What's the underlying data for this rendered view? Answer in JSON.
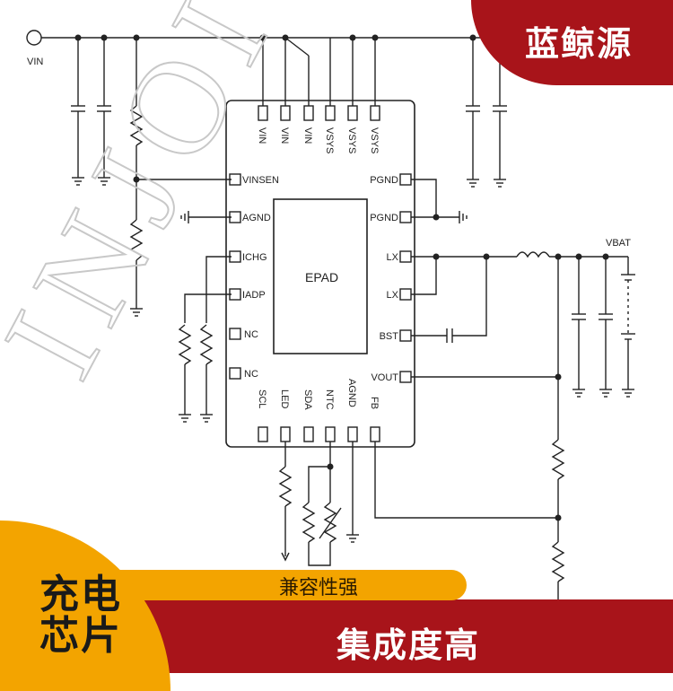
{
  "brand": {
    "name": "蓝鲸源"
  },
  "circle": {
    "line1": "充电",
    "line2": "芯片"
  },
  "pill": {
    "text": "兼容性强"
  },
  "footer": {
    "text": "集成度高"
  },
  "watermark": {
    "text": "INJOI"
  },
  "schematic": {
    "chip_center_label": "EPAD",
    "top_pins": [
      "VIN",
      "VIN",
      "VIN",
      "VSYS",
      "VSYS",
      "VSYS"
    ],
    "left_pins": [
      "VINSEN",
      "AGND",
      "ICHG",
      "IADP",
      "NC",
      "NC"
    ],
    "right_pins": [
      "PGND",
      "PGND",
      "LX",
      "LX",
      "BST",
      "VOUT"
    ],
    "bottom_pins": [
      "SCL",
      "LED",
      "SDA",
      "NTC",
      "AGND",
      "FB"
    ],
    "net_vin": "VIN",
    "net_vbat": "VBAT"
  },
  "colors": {
    "brand_red": "#a8141a",
    "accent_orange": "#f3a400",
    "ink": "#222222"
  }
}
